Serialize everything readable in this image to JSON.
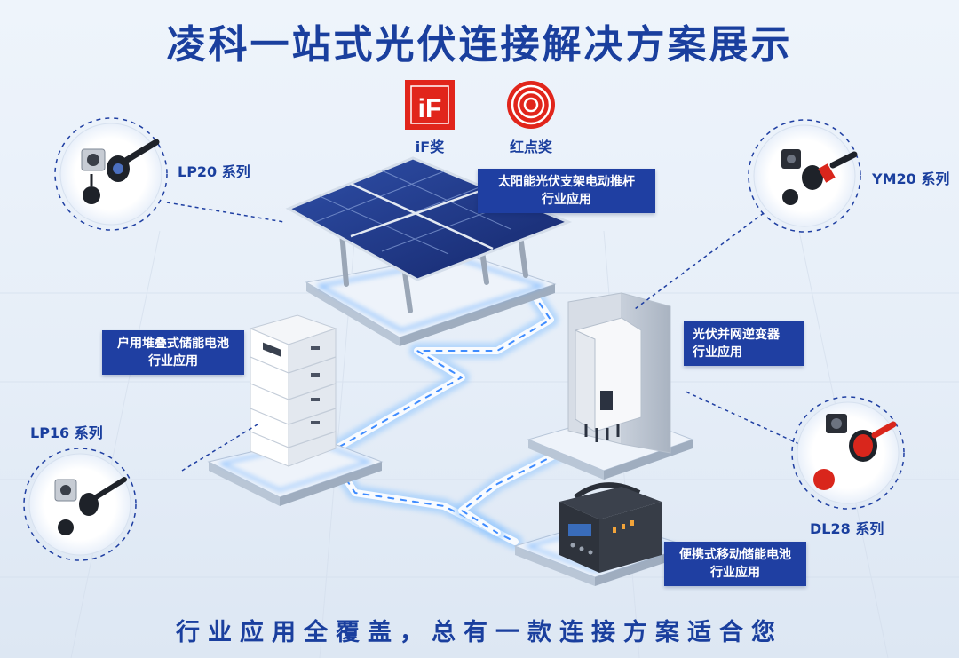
{
  "title": "凌科一站式光伏连接解决方案展示",
  "awards": {
    "if": {
      "logo_text": "iF",
      "label": "iF奖"
    },
    "reddot": {
      "label": "红点奖"
    }
  },
  "applications": {
    "solar": {
      "line1": "太阳能光伏支架电动推杆",
      "line2": "行业应用"
    },
    "stack": {
      "line1": "户用堆叠式储能电池",
      "line2": "行业应用"
    },
    "inverter": {
      "line1": "光伏并网逆变器",
      "line2": "行业应用"
    },
    "portable": {
      "line1": "便携式移动储能电池",
      "line2": "行业应用"
    }
  },
  "series": {
    "lp20": "LP20 系列",
    "ym20": "YM20 系列",
    "lp16": "LP16 系列",
    "dl28": "DL28 系列"
  },
  "footer": "行业应用全覆盖，总有一款连接方案适合您",
  "colors": {
    "brand_blue": "#1a3f9e",
    "box_blue": "#1f3fa2",
    "red": "#e1251b",
    "glow": "#4f9dff"
  }
}
